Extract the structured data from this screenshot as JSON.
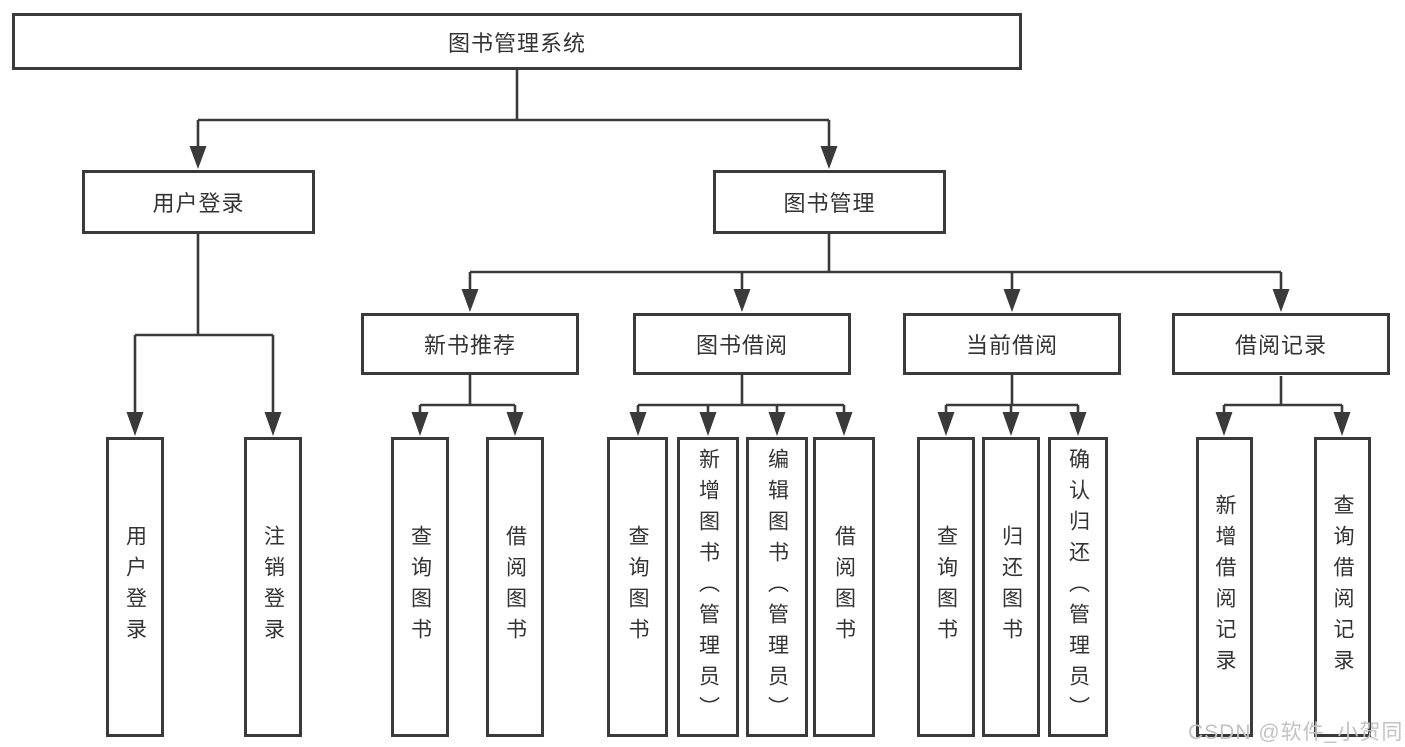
{
  "colors": {
    "line": "#3a3a3a",
    "text": "#333333",
    "watermark": "#c3c3c3",
    "background": "#ffffff"
  },
  "watermark": {
    "text": "CSDN @软件_小贺同学"
  },
  "tree": {
    "root": {
      "label": "图书管理系统"
    },
    "level2": [
      {
        "label": "用户登录",
        "leaves": [
          "用户登录",
          "注销登录"
        ]
      },
      {
        "label": "图书管理"
      }
    ],
    "level3": [
      {
        "label": "新书推荐",
        "leaves": [
          "查询图书",
          "借阅图书"
        ]
      },
      {
        "label": "图书借阅",
        "leaves": [
          "查询图书",
          "新增图书（管理员）",
          "编辑图书（管理员）",
          "借阅图书"
        ]
      },
      {
        "label": "当前借阅",
        "leaves": [
          "查询图书",
          "归还图书",
          "确认归还（管理员）"
        ]
      },
      {
        "label": "借阅记录",
        "leaves": [
          "新增借阅记录",
          "查询借阅记录"
        ]
      }
    ]
  }
}
